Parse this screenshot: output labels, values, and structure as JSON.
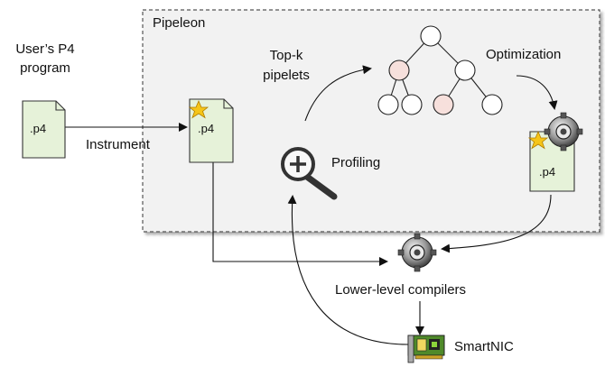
{
  "panel": {
    "title": "Pipeleon"
  },
  "input": {
    "line1": "User’s P4",
    "line2": "program"
  },
  "file_ext": ".p4",
  "steps": {
    "instrument": "Instrument",
    "topk_line1": "Top-k",
    "topk_line2": "pipelets",
    "profiling": "Profiling",
    "optimization": "Optimization",
    "compilers": "Lower-level compilers",
    "smartnic": "SmartNIC"
  },
  "colors": {
    "panel_fill": "#f2f2f2",
    "panel_border": "#555555",
    "doc_fill": "#e6f2d9",
    "doc_border": "#333333",
    "node_fill": "#ffffff",
    "node_highlight": "#f7e0dc",
    "star": "#f5c518",
    "nic_green": "#4f8a2a"
  },
  "icons": [
    "star-icon",
    "magnifier-plus-icon",
    "gear-icon",
    "smartnic-card-icon"
  ]
}
